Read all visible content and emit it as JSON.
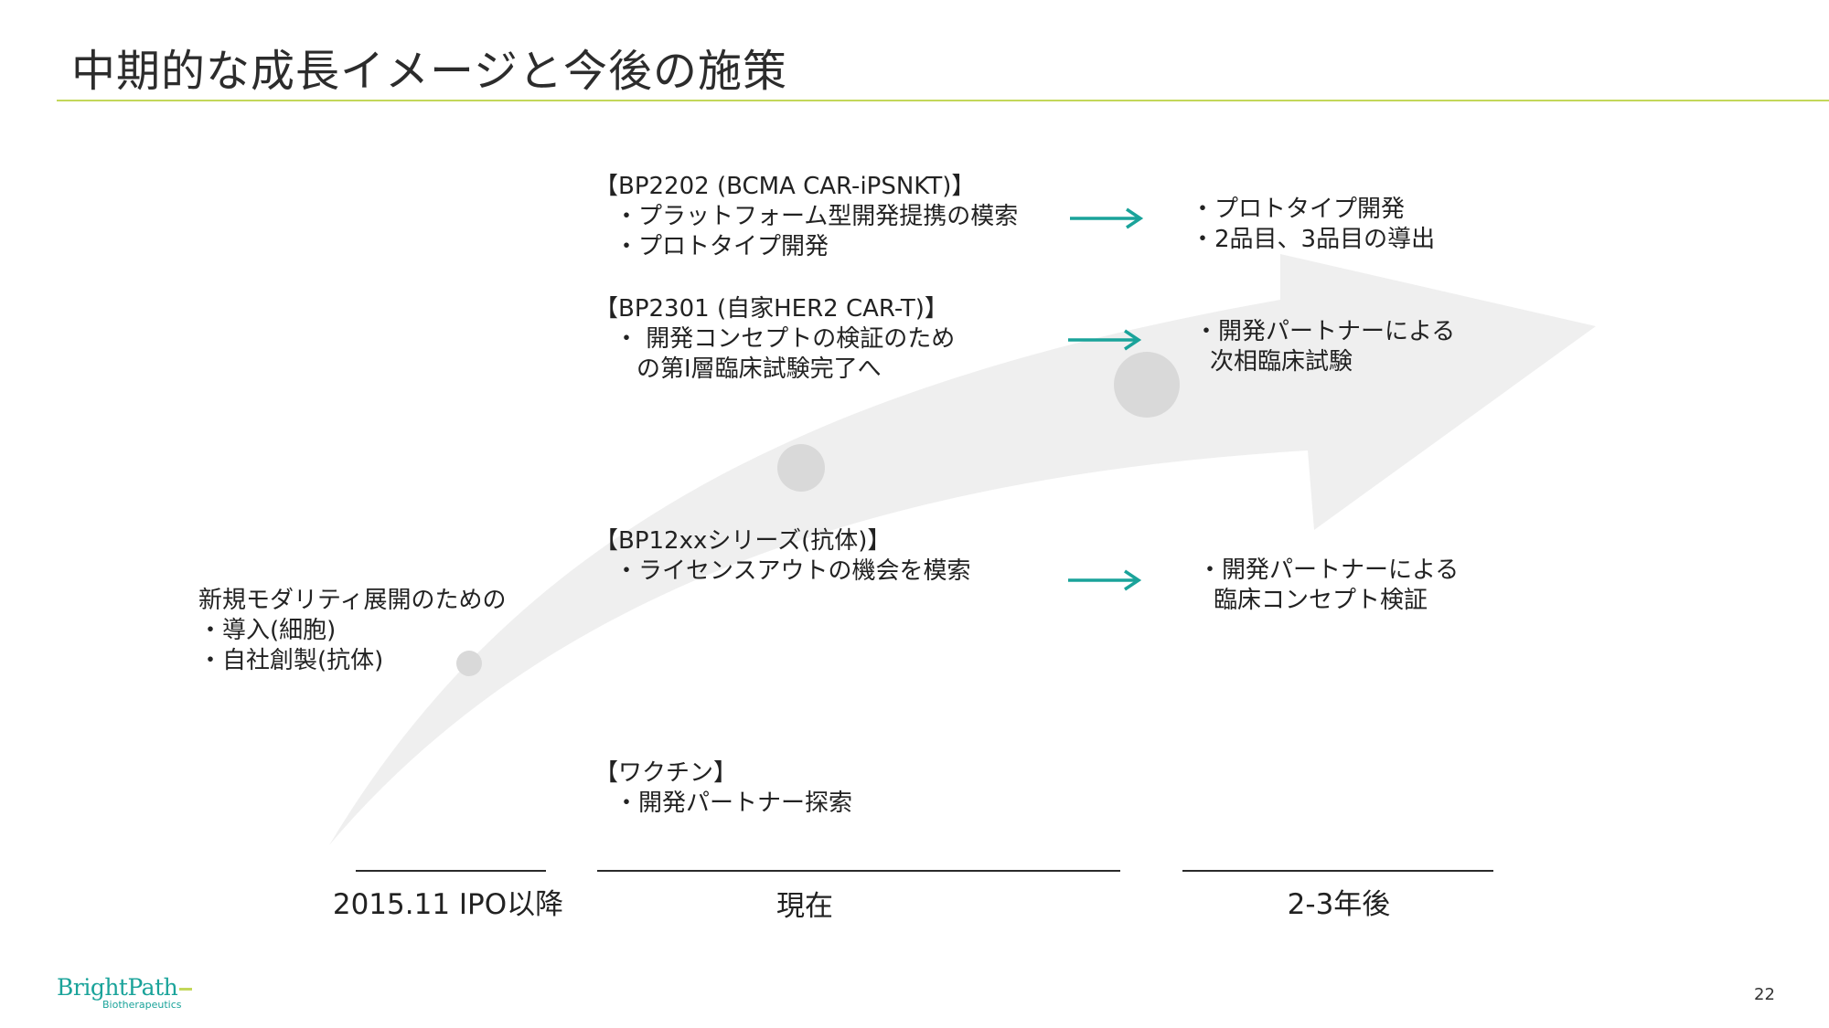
{
  "title": "中期的な成長イメージと今後の施策",
  "blocks": {
    "bp2202": {
      "heading": "【BP2202 (BCMA CAR-iPSNKT)】",
      "items": [
        "・プラットフォーム型開発提携の模索",
        "・プロトタイプ開発"
      ]
    },
    "bp2301": {
      "heading": "【BP2301 (自家HER2 CAR-T)】",
      "items": [
        "・ 開発コンセプトの検証のため",
        "の第I層臨床試験完了へ"
      ]
    },
    "bp12xx": {
      "heading": "【BP12xxシリーズ(抗体)】",
      "items": [
        "・ライセンスアウトの機会を模索"
      ]
    },
    "vaccine": {
      "heading": "【ワクチン】",
      "items": [
        "・開発パートナー探索"
      ]
    },
    "modality": {
      "lines": [
        "新規モダリティ展開のための",
        "・導入(細胞)",
        "・自社創製(抗体)"
      ]
    },
    "future1": {
      "lines": [
        "・プロトタイプ開発",
        "・2品目、3品目の導出"
      ]
    },
    "future2": {
      "lines": [
        "・開発パートナーによる",
        "次相臨床試験"
      ]
    },
    "future3": {
      "lines": [
        "・開発パートナーによる",
        "臨床コンセプト検証"
      ]
    }
  },
  "timeline": {
    "past": "2015.11 IPO以降",
    "present": "現在",
    "future": "2-3年後"
  },
  "logo": {
    "name": "BrightPath",
    "sub": "Biotherapeutics"
  },
  "page_number": "22",
  "colors": {
    "accent_line": "#c3d75a",
    "arrow_teal": "#1aa39a",
    "big_arrow": "#efefef",
    "circle": "#d9d9d9"
  }
}
